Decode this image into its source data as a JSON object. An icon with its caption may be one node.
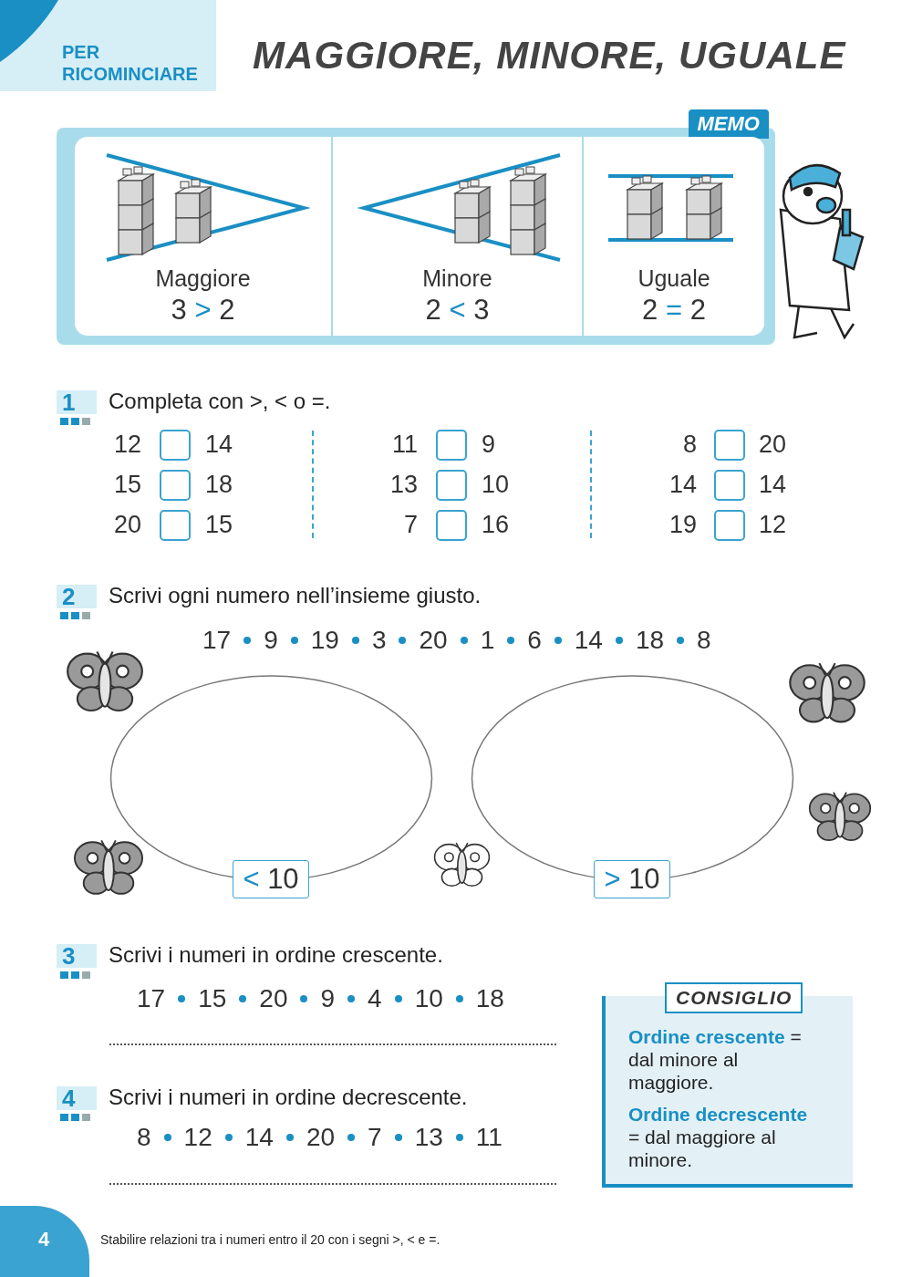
{
  "diagram": {
    "title": "MAGGIORE, MINORE, UGUALE",
    "nodes": [
      {
        "text": [
          "PER RICOMINCIARE"
        ]
      },
      {
        "text": [
          "MEMO"
        ]
      },
      {
        "text": [
          "Maggiore",
          "3 > 2"
        ],
        "in": 1
      },
      {
        "text": [
          "Minore",
          "2 < 3"
        ],
        "in": 1
      },
      {
        "text": [
          "Uguale",
          "2 = 2"
        ],
        "in": 1
      },
      {
        "text": [
          "< 10"
        ]
      },
      {
        "text": [
          "> 10"
        ]
      },
      {
        "text": [
          "CONSIGLIO",
          "**Ordine crescente** = dal minore al maggiore.",
          "**Ordine decrescente** = dal maggiore al minore."
        ]
      }
    ],
    "labels": [
      "1",
      "Completa con >, < o =.",
      "12",
      "14",
      "15",
      "18",
      "20",
      "15",
      "11",
      "9",
      "13",
      "10",
      "7",
      "16",
      "8",
      "20",
      "14",
      "14",
      "19",
      "12",
      "2",
      "Scrivi ogni numero nell’insieme giusto.",
      "17",
      "9",
      "19",
      "3",
      "20",
      "1",
      "6",
      "14",
      "18",
      "8",
      "3",
      "Scrivi i numeri in ordine crescente.",
      "17",
      "15",
      "20",
      "9",
      "4",
      "10",
      "18",
      "4",
      "Scrivi i numeri in ordine decrescente.",
      "8",
      "12",
      "14",
      "20",
      "7",
      "13",
      "11",
      "4",
      "Stabilire relazioni tra i numeri entro il 20 con i segni >, < e =."
    ]
  }
}
